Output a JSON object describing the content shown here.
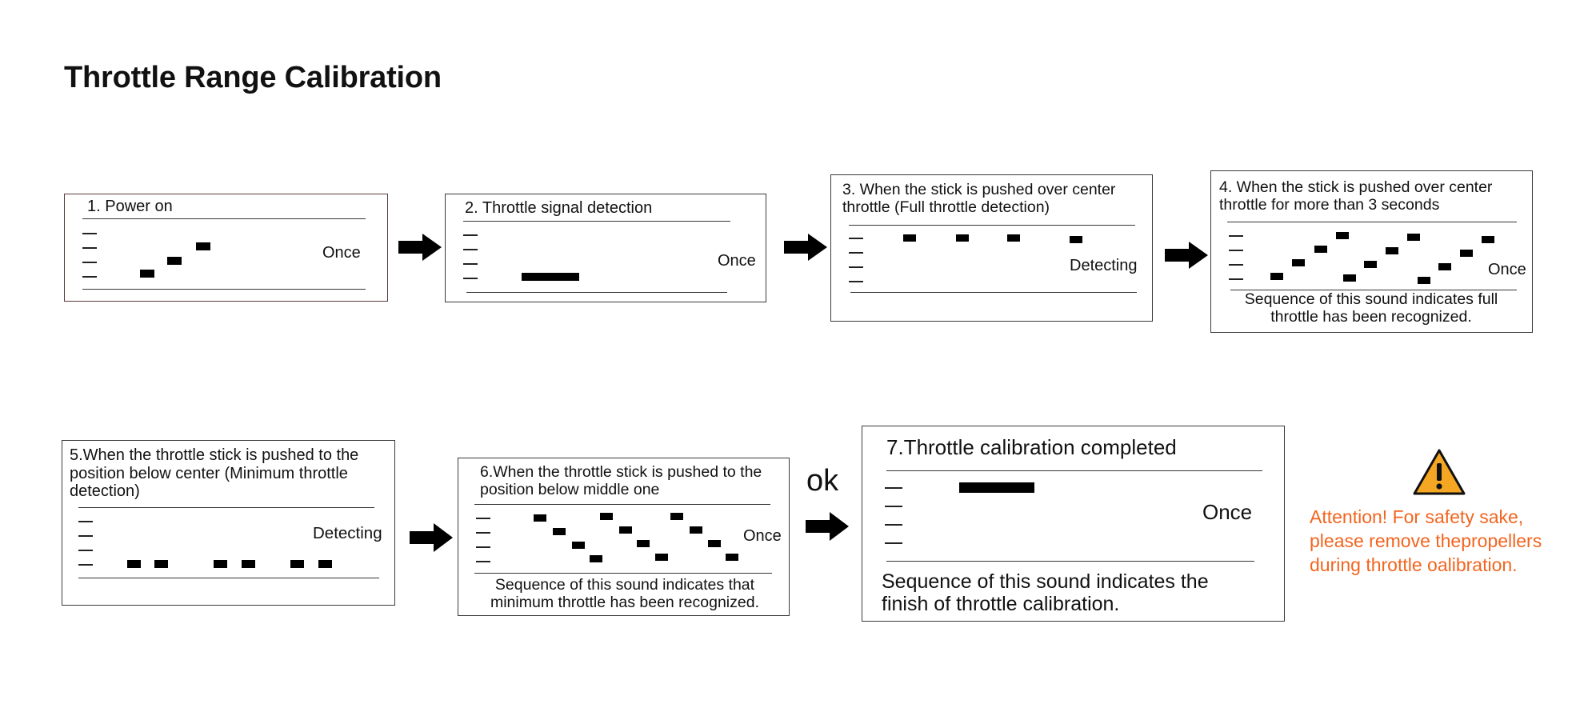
{
  "title": "Throttle Range Calibration",
  "steps": [
    {
      "title": "1. Power on",
      "note": "Once"
    },
    {
      "title": "2. Throttle signal detection",
      "note": "Once"
    },
    {
      "title": "3. When the stick is pushed over center throttle  (Full throttle detection)",
      "note": "Detecting"
    },
    {
      "title": "4. When the stick is pushed over center throttle for more than 3 seconds",
      "note": "Once",
      "caption": "Sequence of this sound indicates full throttle has been recognized."
    },
    {
      "title": "5.When the throttle stick is pushed to the position below center (Minimum throttle detection)",
      "note": "Detecting"
    },
    {
      "title": "6.When the throttle stick is pushed to the position below middle one",
      "note": "Once",
      "caption": "Sequence of this sound indicates that minimum throttle has been recognized."
    },
    {
      "title": "7.Throttle calibration completed",
      "note": "Once",
      "caption": "Sequence of this sound indicates the finish of throttle calibration."
    }
  ],
  "ok_label": "ok",
  "warning": {
    "icon": "warning-triangle-icon",
    "color": "#f2651f",
    "icon_fill": "#f5a623",
    "lines": [
      "Attention! For safety sake,",
      "please remove thepropellers",
      "during throttle oalibration."
    ]
  }
}
